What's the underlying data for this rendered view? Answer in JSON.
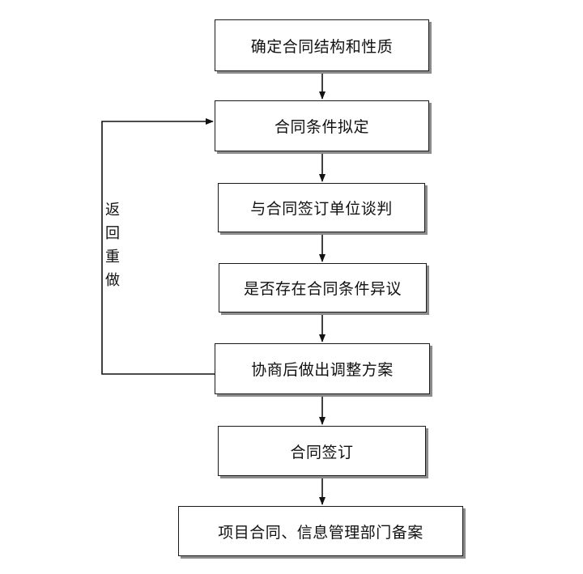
{
  "steps": [
    "确定合同结构和性质",
    "合同条件拟定",
    "与合同签订单位谈判",
    "是否存在合同条件异议",
    "协商后做出调整方案",
    "合同签订",
    "项目合同、信息管理部门备案"
  ],
  "loop_label": [
    "返",
    "回",
    "重",
    "做"
  ]
}
